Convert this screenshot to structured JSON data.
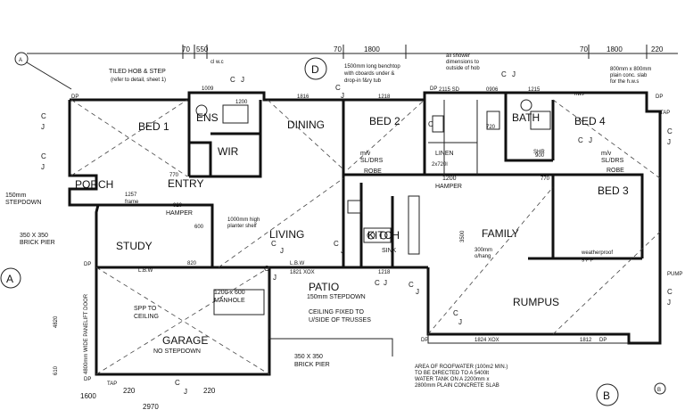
{
  "rooms": {
    "bed1": "BED 1",
    "ens": "ENS",
    "wir": "WIR",
    "dining": "DINING",
    "bed2": "BED 2",
    "bath": "BATH",
    "bed4": "BED 4",
    "bed3": "BED 3",
    "porch": "PORCH",
    "entry": "ENTRY",
    "study": "STUDY",
    "living": "LIVING",
    "kitch": "KITCH",
    "family": "FAMILY",
    "garage": "GARAGE",
    "garage_note": "NO STEPDOWN",
    "patio": "PATIO",
    "patio_note": "150mm STEPDOWN",
    "rumpus": "RUMPUS"
  },
  "notes": {
    "tiled_hob_1": "TILED HOB & STEP",
    "tiled_hob_2": "(refer to detail, sheet 1)",
    "benchtop_1": "1500mm long benchtop",
    "benchtop_2": "with cboards under &",
    "benchtop_3": "drop-in f&ry tub",
    "shower_1": "all shower",
    "shower_2": "dimensions to",
    "shower_3": "outside of hob",
    "slab_1": "800mm x 800mm",
    "slab_2": "plain conc. slab",
    "slab_3": "for the h.w.s",
    "stepdown_1": "150mm",
    "stepdown_2": "STEPDOWN",
    "pier_left_1": "350 X 350",
    "pier_left_2": "BRICK PIER",
    "pier_bottom_1": "350 X 350",
    "pier_bottom_2": "BRICK PIER",
    "manhole_1": "1200 x 600",
    "manhole_2": "MANHOLE",
    "spp_1": "SPP TO",
    "spp_2": "CEILING",
    "ceiling_1": "CEILING FIXED TO",
    "ceiling_2": "U/SIDE OF TRUSSES",
    "planter_1": "1000mm high",
    "planter_2": "planter shelf",
    "hamper": "HAMPER",
    "hamper2_1": "1200",
    "hamper2_2": "HAMPER",
    "robe": "ROBE",
    "linen": "LINEN",
    "mv": "m/v",
    "slors": "SL/DRS",
    "sink": "SINK",
    "weatherproof_1": "weatherproof",
    "weatherproof_2": "g.p.p",
    "bracing_1": "300mm",
    "bracing_2": "o/hang",
    "lbw": "L.B.W",
    "roofwater_1": "AREA OF ROOFWATER (100m2 MIN.)",
    "roofwater_2": "TO BE DIRECTED TO A 5400lt",
    "roofwater_3": "WATER TANK ON A 2200mm x",
    "roofwater_4": "2800mm PLAIN CONCRETE SLAB",
    "door": "4800mm WIDE PANELIFT DOOR",
    "shr": "SHR",
    "frame": "frame"
  },
  "markers": {
    "c": "C",
    "j": "J",
    "dp": "DP",
    "tap": "TAP",
    "hws": "hws",
    "section_a": "A",
    "section_b": "B",
    "elev_d": "D",
    "pump": "PUMP"
  },
  "dims": {
    "d70a": "70",
    "d550": "550",
    "dcl": "cl w.c",
    "d70b": "70",
    "d1800a": "1800",
    "d70c": "70",
    "d1800b": "1800",
    "d220a": "220",
    "d1009": "1009",
    "d1816": "1816",
    "d1218a": "1218",
    "d2115": "2115 SD",
    "d0906": "0906",
    "d1215": "1215",
    "d1200": "1200",
    "d1821": "1821 XOX",
    "d1218b": "1218",
    "d1824": "1824 XOX",
    "d1812": "1812",
    "d1600": "1600",
    "d220b": "220",
    "d220c": "220",
    "d2970": "2970",
    "d4820": "4820",
    "d610": "610",
    "d2x720": "2x720l",
    "d920": "920",
    "d600": "600",
    "d820": "820",
    "d3500": "3500",
    "d770a": "770",
    "d770b": "770",
    "d720": "720",
    "d900": "900",
    "d1257": "1257"
  }
}
